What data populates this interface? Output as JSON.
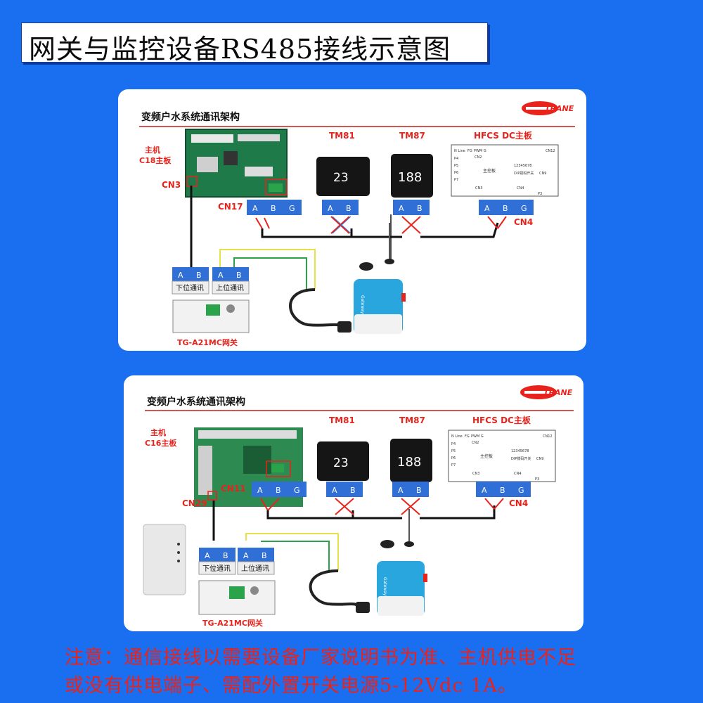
{
  "title": "网关与监控设备RS485接线示意图",
  "note": {
    "line1": "注意：通信接线以需要设备厂家说明书为准、主机供电不足",
    "line2": "或没有供电端子、需配外置开关电源5-12Vdc 1A。"
  },
  "brand": "TRANE",
  "colors": {
    "background": "#1a6ff0",
    "terminal": "#2f6fd6",
    "red": "#e8231c",
    "title_red": "#c0201a"
  },
  "diagram1": {
    "heading": "变频户水系统通讯架构",
    "host_label1": "主机",
    "host_label2": "C18主板",
    "cn3": "CN3",
    "cn17": "CN17",
    "cn4": "CN4",
    "tm81": "TM81",
    "tm87": "TM87",
    "hfcs": "HFCS DC主板",
    "gateway": "TG-A21MC网关",
    "lower_comm": "下位通讯",
    "upper_comm": "上位通讯",
    "tm81_display": "23",
    "tm87_display": "188"
  },
  "diagram2": {
    "heading": "变频户水系统通讯架构",
    "host_label1": "主机",
    "host_label2": "C16主板",
    "cn29": "CN29",
    "cn11": "CN11",
    "cn4": "CN4",
    "tm81": "TM81",
    "tm87": "TM87",
    "hfcs": "HFCS DC主板",
    "gateway": "TG-A21MC网关",
    "lower_comm": "下位通讯",
    "upper_comm": "上位通讯",
    "tm81_display": "23",
    "tm87_display": "188"
  },
  "terminals": {
    "a": "A",
    "b": "B",
    "g": "G"
  },
  "hfcs_board": {
    "n_line": "N Line",
    "fg": "FG",
    "pwm": "PWM G",
    "cn2": "CN2",
    "cn12": "CN12",
    "cn9": "CN9",
    "cn3": "CN3",
    "cn4": "CN4",
    "p3": "P3",
    "p4": "P4",
    "p5": "P5",
    "p6": "P6",
    "p7": "P7",
    "main": "主控板",
    "dip": "DIP拨码开关",
    "dip_nums": "12345678"
  },
  "gateway_device_label": "Gateway"
}
